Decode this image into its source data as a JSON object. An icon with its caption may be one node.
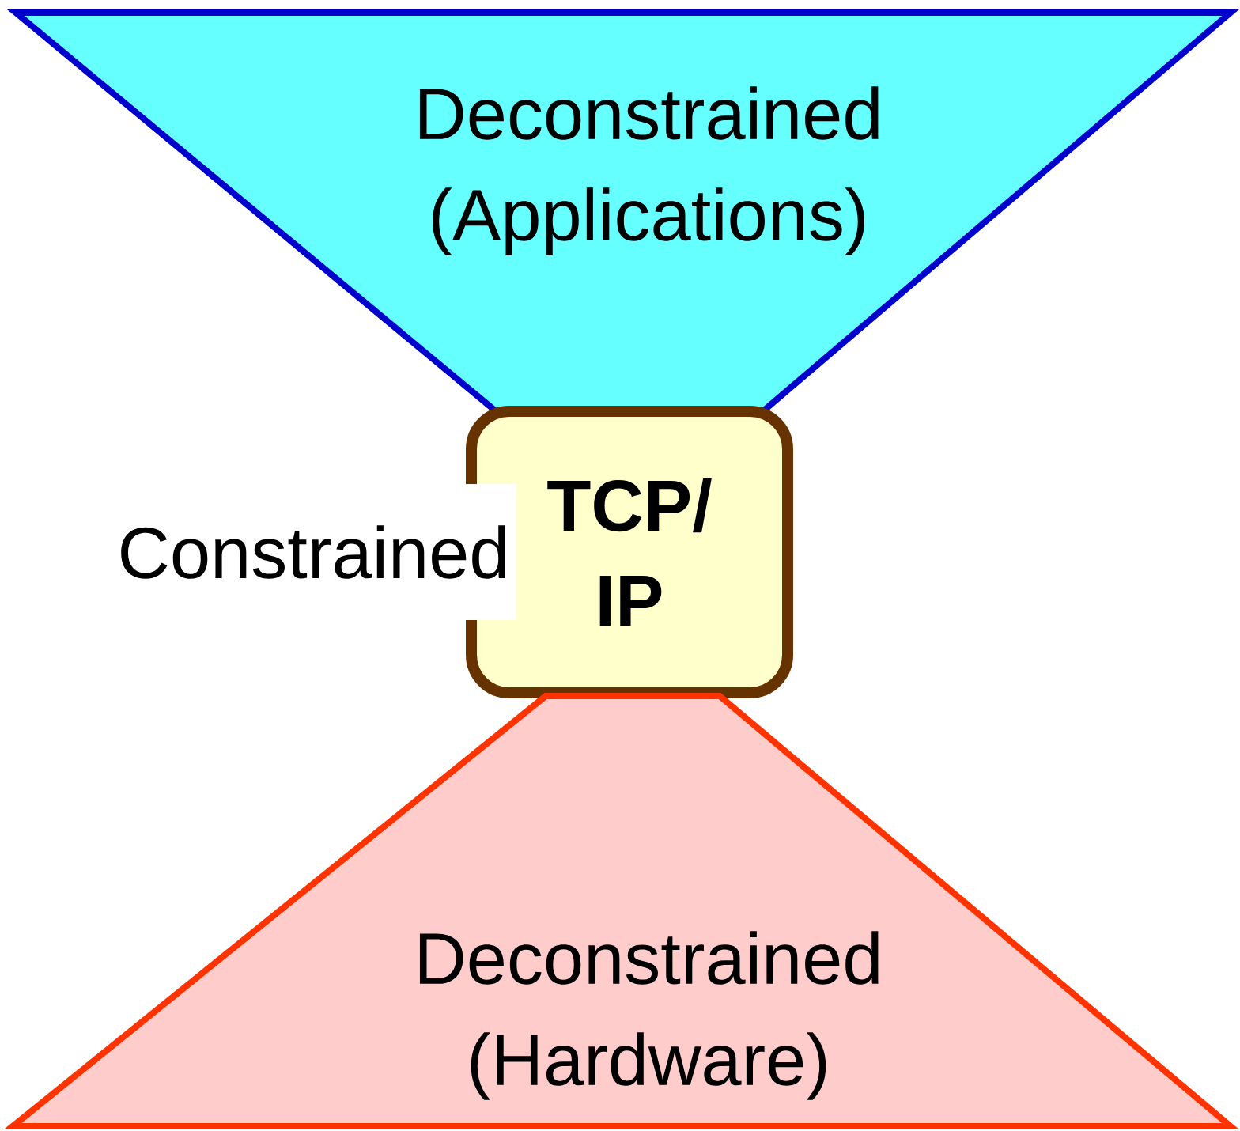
{
  "diagram": {
    "nodes": [
      {
        "text": [
          "Deconstrained (Applications)"
        ]
      },
      {
        "text": [
          "TCP/ IP"
        ],
        "beside": [
          "Constrained"
        ]
      },
      {
        "text": [
          "Deconstrained (Hardware)"
        ]
      }
    ]
  }
}
